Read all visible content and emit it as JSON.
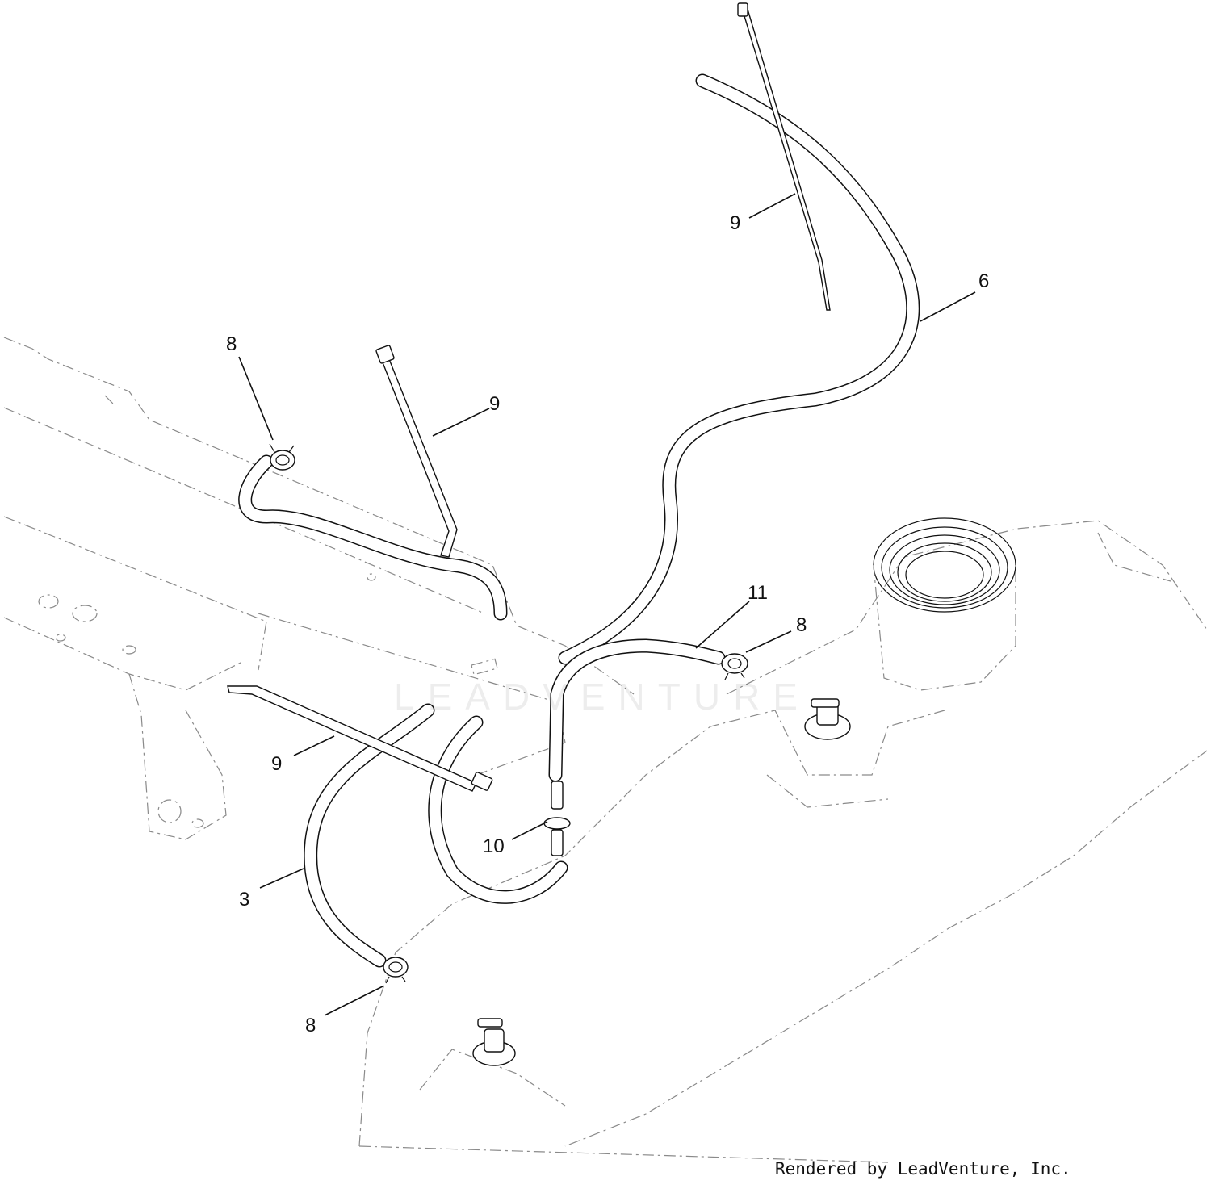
{
  "diagram": {
    "callouts": [
      {
        "id": "c9a",
        "label": "9"
      },
      {
        "id": "c6",
        "label": "6"
      },
      {
        "id": "c8a",
        "label": "8"
      },
      {
        "id": "c9b",
        "label": "9"
      },
      {
        "id": "c11",
        "label": "11"
      },
      {
        "id": "c8b",
        "label": "8"
      },
      {
        "id": "c9c",
        "label": "9"
      },
      {
        "id": "c10",
        "label": "10"
      },
      {
        "id": "c3",
        "label": "3"
      },
      {
        "id": "c8c",
        "label": "8"
      }
    ],
    "watermark": "LEADVENTURE",
    "credit": "Rendered by LeadVenture, Inc."
  }
}
